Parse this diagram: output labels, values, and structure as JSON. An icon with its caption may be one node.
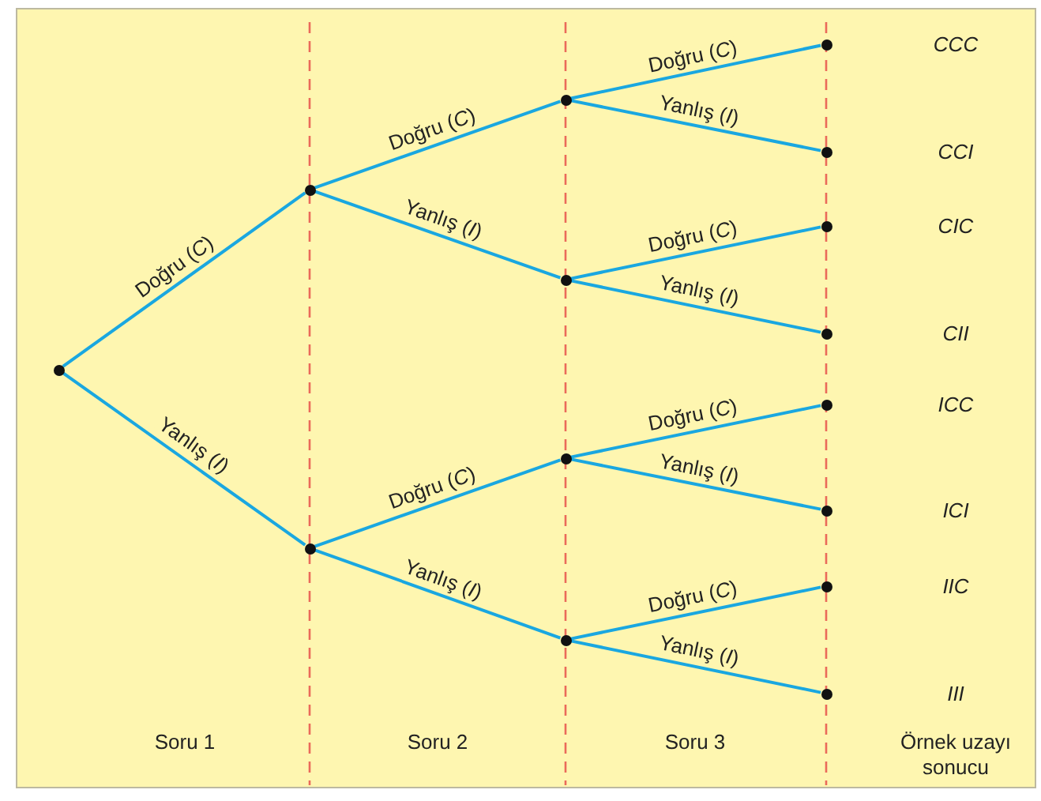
{
  "diagram": {
    "nodes": [
      {
        "text": [],
        "shape": "circle"
      },
      {
        "text": [],
        "shape": "circle"
      },
      {
        "text": [],
        "shape": "circle"
      },
      {
        "text": [],
        "shape": "circle"
      },
      {
        "text": [],
        "shape": "circle"
      },
      {
        "text": [],
        "shape": "circle"
      },
      {
        "text": [],
        "shape": "circle"
      },
      {
        "text": [],
        "shape": "circle"
      },
      {
        "text": [],
        "shape": "circle"
      },
      {
        "text": [],
        "shape": "circle"
      },
      {
        "text": [],
        "shape": "circle"
      },
      {
        "text": [],
        "shape": "circle"
      },
      {
        "text": [],
        "shape": "circle"
      },
      {
        "text": [],
        "shape": "circle"
      },
      {
        "text": [],
        "shape": "circle"
      }
    ],
    "edges": [
      {
        "from": 0,
        "to": 1,
        "arrow": "none",
        "label": "Doğru (*C*)"
      },
      {
        "from": 0,
        "to": 2,
        "arrow": "none",
        "label": "Yanlış (*I*)"
      },
      {
        "from": 1,
        "to": 3,
        "arrow": "none",
        "label": "Doğru (*C*)"
      },
      {
        "from": 1,
        "to": 4,
        "arrow": "none",
        "label": "Yanlış (*I*)"
      },
      {
        "from": 2,
        "to": 5,
        "arrow": "none",
        "label": "Doğru (*C*)"
      },
      {
        "from": 2,
        "to": 6,
        "arrow": "none",
        "label": "Yanlış (*I*)"
      },
      {
        "from": 3,
        "to": 7,
        "arrow": "none",
        "label": "Doğru (*C*)"
      },
      {
        "from": 3,
        "to": 8,
        "arrow": "none",
        "label": "Yanlış (*I*)"
      },
      {
        "from": 4,
        "to": 9,
        "arrow": "none",
        "label": "Doğru (*C*)"
      },
      {
        "from": 4,
        "to": 10,
        "arrow": "none",
        "label": "Yanlış (*I*)"
      },
      {
        "from": 5,
        "to": 11,
        "arrow": "none",
        "label": "Doğru (*C*)"
      },
      {
        "from": 5,
        "to": 12,
        "arrow": "none",
        "label": "Yanlış (*I*)"
      },
      {
        "from": 6,
        "to": 13,
        "arrow": "none",
        "label": "Doğru (*C*)"
      },
      {
        "from": 6,
        "to": 14,
        "arrow": "none",
        "label": "Yanlış (*I*)"
      }
    ],
    "labels": [
      "CCC",
      "CCI",
      "CIC",
      "CII",
      "ICC",
      "ICI",
      "IIC",
      "III",
      "Soru 1",
      "Soru 2",
      "Soru 3",
      "Örnek uzayı sonucu"
    ]
  }
}
